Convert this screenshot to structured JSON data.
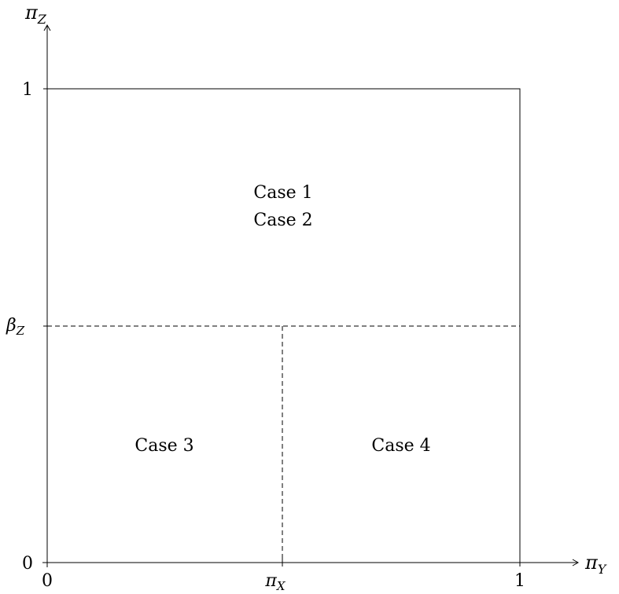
{
  "axes": {
    "x": {
      "label": "π",
      "label_sub": "Y",
      "ticks": [
        {
          "text": "0"
        },
        {
          "text": "π",
          "sub": "X"
        },
        {
          "text": "1"
        }
      ]
    },
    "y": {
      "label": "π",
      "label_sub": "Z",
      "ticks": [
        {
          "text": "0"
        },
        {
          "text": "β",
          "sub": "Z"
        },
        {
          "text": "1"
        }
      ]
    }
  },
  "regions": {
    "top": [
      "Case 1",
      "Case 2"
    ],
    "bottom_left": "Case 3",
    "bottom_right": "Case 4"
  },
  "colors": {
    "line": "#000000",
    "text": "#000000",
    "background": "#ffffff"
  }
}
